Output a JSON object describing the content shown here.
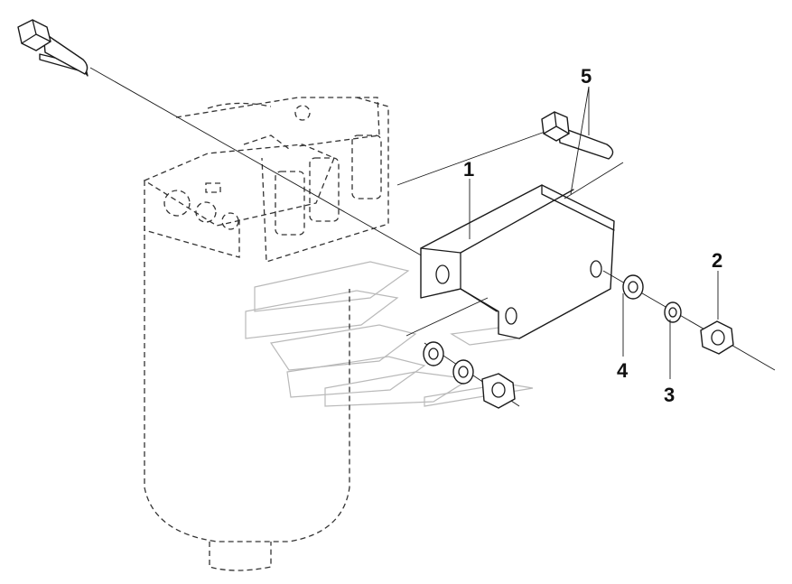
{
  "callouts": {
    "c1": "1",
    "c2": "2",
    "c3": "3",
    "c4": "4",
    "c5": "5"
  },
  "colors": {
    "line": "#1a1a1a",
    "watermark": "#b9b9b9",
    "background": "#ffffff"
  }
}
